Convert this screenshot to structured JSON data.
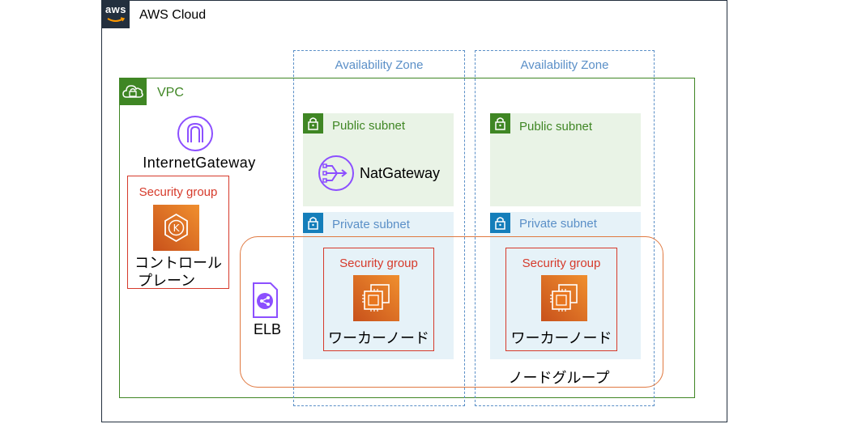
{
  "cloud": {
    "label": "AWS Cloud",
    "logo_text": "aws"
  },
  "vpc": {
    "label": "VPC"
  },
  "availability_zones": [
    {
      "label": "Availability Zone"
    },
    {
      "label": "Availability Zone"
    }
  ],
  "internet_gateway": {
    "label": "InternetGateway"
  },
  "control_plane": {
    "sg_label": "Security group",
    "label_line1": "コントロール",
    "label_line2": "プレーン"
  },
  "elb": {
    "label": "ELB"
  },
  "subnets": {
    "public_1": {
      "label": "Public subnet"
    },
    "public_2": {
      "label": "Public subnet"
    },
    "private_1": {
      "label": "Private subnet"
    },
    "private_2": {
      "label": "Private subnet"
    }
  },
  "nat_gateway": {
    "label": "NatGateway"
  },
  "workers": [
    {
      "sg_label": "Security group",
      "label": "ワーカーノード"
    },
    {
      "sg_label": "Security group",
      "label": "ワーカーノード"
    }
  ],
  "node_group": {
    "label": "ノードグループ"
  },
  "colors": {
    "vpc": "#3f8624",
    "az": "#5a8fc7",
    "security_group": "#d63a2b",
    "node_group": "#e07941",
    "compute": "#ed7100",
    "network": "#8c4fff"
  }
}
